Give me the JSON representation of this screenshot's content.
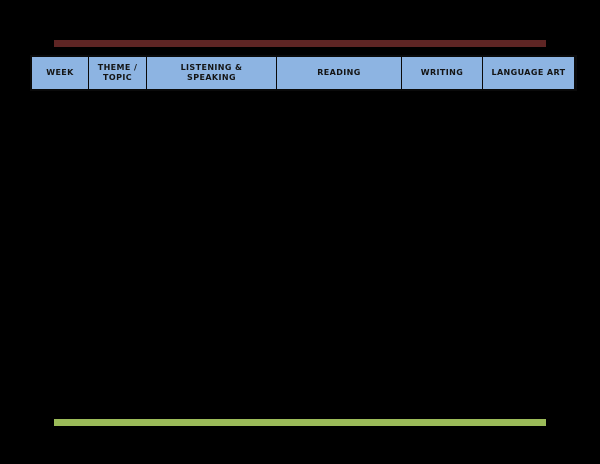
{
  "document": {
    "kind": "scheme-of-work table page thumbnail",
    "page_background": "#000000"
  },
  "colors": {
    "accent-top": "#5E2524",
    "accent-bottom": "#9BBB59",
    "header-fill": "#8DB4E2",
    "table-border": "#0A0A0A",
    "header-text": "#141414"
  },
  "table": {
    "headers": [
      "WEEK",
      "THEME /\nTOPIC",
      "LISTENING &\nSPEAKING",
      "READING",
      "WRITING",
      "LANGUAGE ART"
    ]
  }
}
